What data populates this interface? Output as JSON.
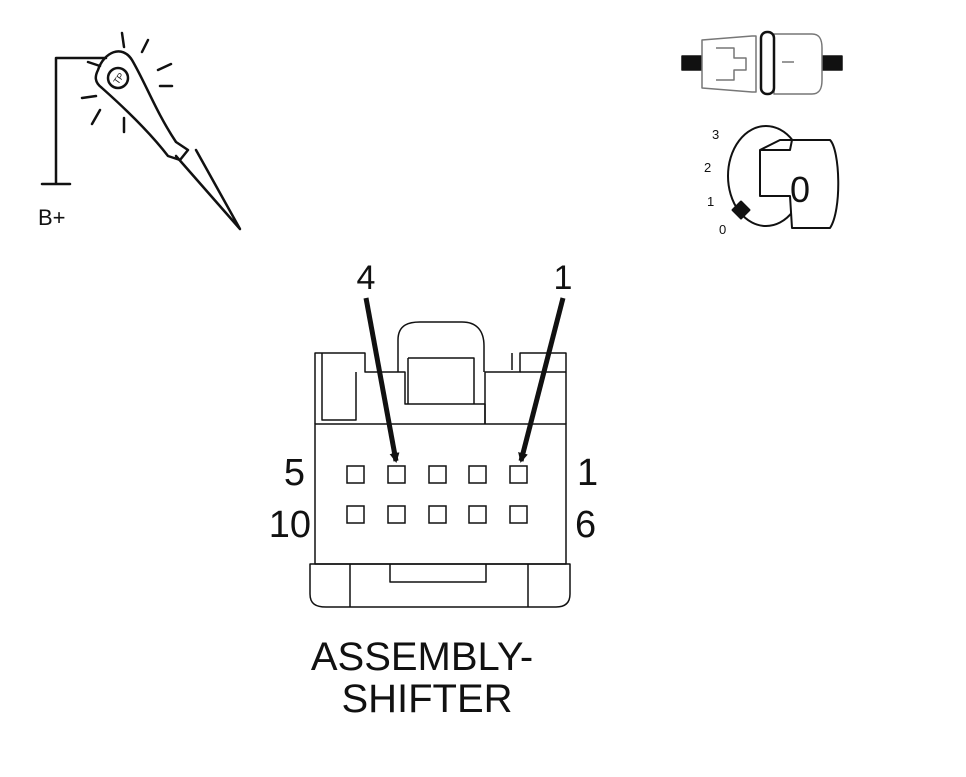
{
  "test_light": {
    "supply_label": "B+",
    "probe_mark": "TP"
  },
  "ignition_key": {
    "positions": [
      "3",
      "2",
      "1",
      "0"
    ],
    "key_label": "0"
  },
  "connector": {
    "callouts": [
      "4",
      "1"
    ],
    "row1": {
      "left_label": "5",
      "right_label": "1"
    },
    "row2": {
      "left_label": "10",
      "right_label": "6"
    },
    "name_line1": "ASSEMBLY-",
    "name_line2": "SHIFTER"
  }
}
